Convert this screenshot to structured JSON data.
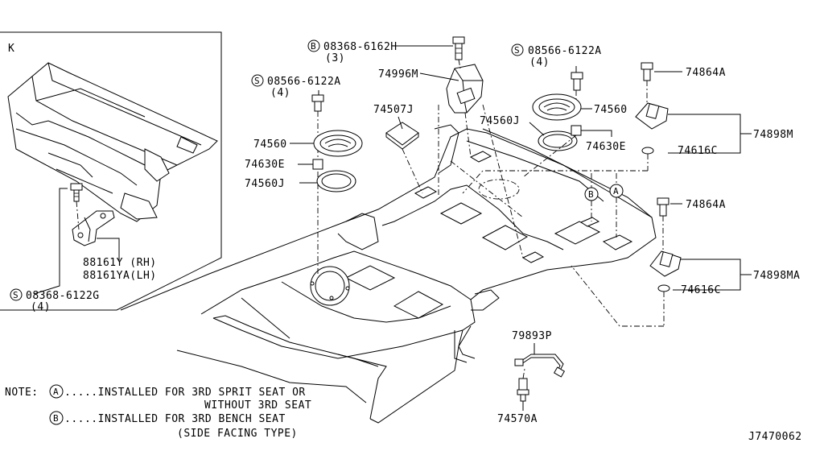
{
  "detail": {
    "view_label": "K",
    "clip_bolt": "08368-6122G",
    "clip_bolt_marker": "S",
    "clip_bolt_qty": "(4)",
    "bracket_rh": "88161Y (RH)",
    "bracket_lh": "88161YA(LH)"
  },
  "parts": {
    "bolt_top": "08368-6162H",
    "bolt_top_marker": "B",
    "bolt_top_qty": "(3)",
    "screw_left": "08566-6122A",
    "screw_left_marker": "S",
    "screw_left_qty": "(4)",
    "screw_right": "08566-6122A",
    "screw_right_marker": "S",
    "screw_right_qty": "(4)",
    "bracket_74996m": "74996M",
    "pad_74507j": "74507J",
    "plug_74560_left": "74560",
    "plug_74560_right": "74560",
    "nut_74630e_left": "74630E",
    "nut_74630e_right": "74630E",
    "seal_74560j_left": "74560J",
    "seal_74560j_right": "74560J",
    "bolt_74864a_top": "74864A",
    "bolt_74864a_mid": "74864A",
    "hook_74898m": "74898M",
    "hook_74898ma": "74898MA",
    "washer_74616c_top": "74616C",
    "washer_74616c_mid": "74616C",
    "harness_79893p": "79893P",
    "clip_74570a": "74570A",
    "marker_b": "B",
    "marker_a": "A"
  },
  "notes": {
    "prefix": "NOTE:",
    "a_marker": "A",
    "a_line1": ".....INSTALLED FOR 3RD SPRIT SEAT OR",
    "a_line2": "WITHOUT 3RD SEAT",
    "b_marker": "B",
    "b_line1": ".....INSTALLED FOR 3RD BENCH SEAT",
    "b_line2": "(SIDE FACING TYPE)"
  },
  "diagram_id": "J7470062"
}
